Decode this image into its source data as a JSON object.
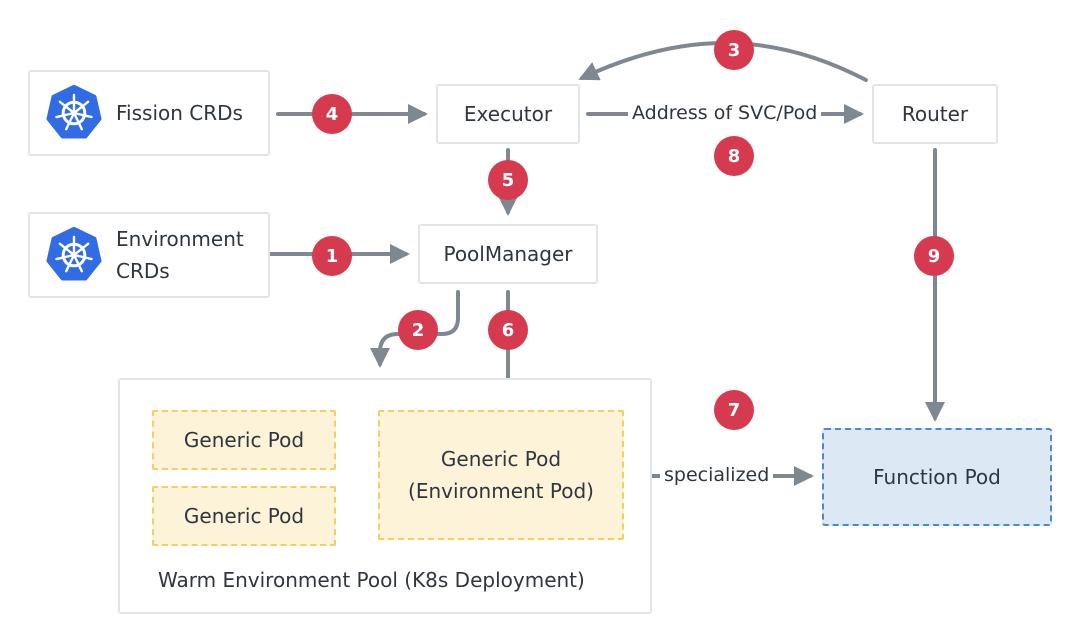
{
  "nodes": {
    "fission_crds": "Fission CRDs",
    "environment_crds_line1": "Environment",
    "environment_crds_line2": "CRDs",
    "executor": "Executor",
    "router": "Router",
    "pool_manager": "PoolManager",
    "generic_pod_1": "Generic Pod",
    "generic_pod_2": "Generic Pod",
    "env_pod_line1": "Generic Pod",
    "env_pod_line2": "(Environment Pod)",
    "function_pod": "Function Pod",
    "pool_label": "Warm Environment Pool (K8s Deployment)"
  },
  "edges": {
    "address_label": "Address of SVC/Pod",
    "specialized_label": "specialized"
  },
  "steps": [
    "1",
    "2",
    "3",
    "4",
    "5",
    "6",
    "7",
    "8",
    "9"
  ],
  "colors": {
    "badge": "#d63a4f",
    "arrow": "#7f8790",
    "box_border": "#e1e4e8",
    "pod_fill": "#fdf3d9",
    "pod_border": "#f1cf63",
    "function_pod_fill": "#dde8f5",
    "function_pod_border": "#4a8ad4",
    "kubernetes_icon": "#326ce5"
  },
  "icons": [
    "kubernetes-icon"
  ]
}
